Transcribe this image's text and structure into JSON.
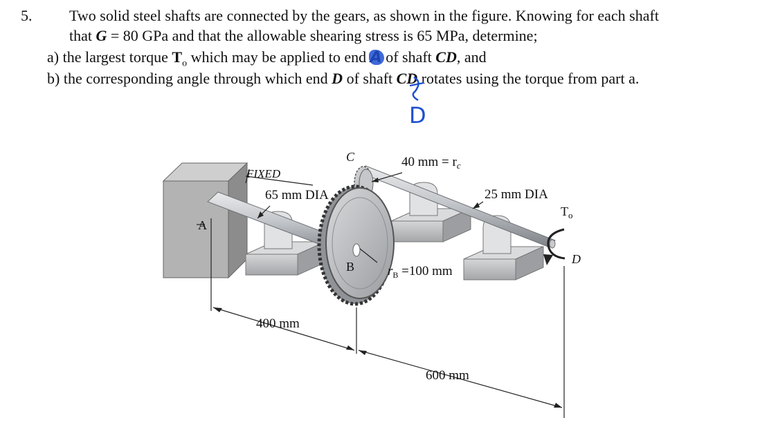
{
  "problem": {
    "number": "5.",
    "line1": "Two solid steel shafts are connected by the gears, as shown in the figure. Knowing for each shaft",
    "line2_pre": "that ",
    "line2_G": "G",
    "line2_post": " = 80 GPa and that the allowable shearing stress is 65 MPa, determine;",
    "a_pre": "a) the largest torque ",
    "a_T": "T",
    "a_sub": "o",
    "a_mid": " which may be applied to end",
    "a_struck": "A",
    "a_post": " of shaft ",
    "a_shaft": "CD",
    "a_end": ", and",
    "b_pre": "b) the corresponding angle through which end ",
    "b_D": "D",
    "b_mid": " of shaft ",
    "b_shaft": "CD",
    "b_post": " rotates using the torque from part a.",
    "handwritten_D": "D"
  },
  "figure": {
    "label_fixed": "FIXED",
    "label_A": "A",
    "label_B": "B",
    "label_C": "C",
    "label_D": "D",
    "label_To": "T",
    "label_To_sub": "o",
    "dia_65": "65 mm DIA",
    "dia_25": "25 mm DIA",
    "rc_label": "40 mm = r",
    "rc_sub": "c",
    "rb_label": "r",
    "rb_sub": "B",
    "rb_value": " =100 mm",
    "len_400": "400 mm",
    "len_600": "600 mm"
  },
  "colors": {
    "ink_blue": "#1f4fd0",
    "steel": "#b9bcc0",
    "wall": "#b3b3b3"
  }
}
